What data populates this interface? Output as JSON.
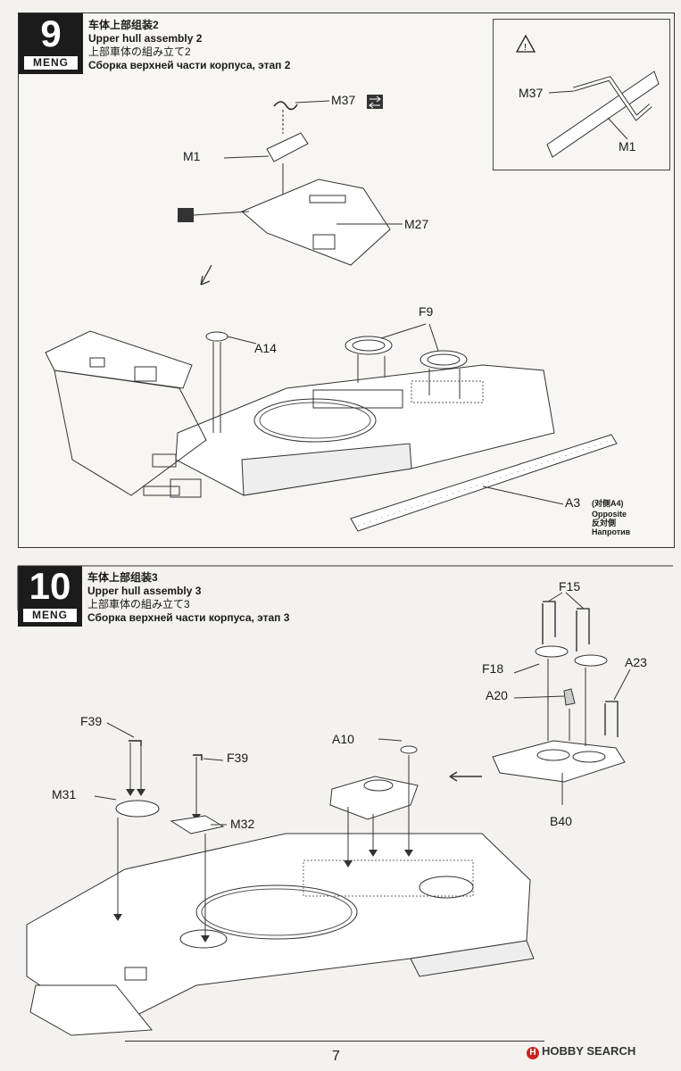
{
  "brand": "MENG",
  "step9": {
    "number": "9",
    "title_cn": "车体上部组装2",
    "title_en": "Upper hull assembly 2",
    "title_jp": "上部車体の組み立て2",
    "title_ru": "Сборка верхней части корпуса, этап 2",
    "labels": {
      "m37": "M37",
      "m1": "M1",
      "m27": "M27",
      "a14": "A14",
      "f9": "F9",
      "a3": "A3",
      "a3_note_cn": "(对侧A4)",
      "opposite_en": "Opposite",
      "opposite_jp": "反対側",
      "opposite_ru": "Напротив"
    },
    "inset": {
      "m37": "M37",
      "m1": "M1",
      "warning_icon": "warning-triangle-icon"
    }
  },
  "step10": {
    "number": "10",
    "title_cn": "车体上部组装3",
    "title_en": "Upper hull assembly 3",
    "title_jp": "上部車体の組み立て3",
    "title_ru": "Сборка верхней части корпуса, этап 3",
    "labels": {
      "f15": "F15",
      "f18": "F18",
      "a23": "A23",
      "a20": "A20",
      "b40": "B40",
      "a10": "A10",
      "f39_left": "F39",
      "f39_right": "F39",
      "m31": "M31",
      "m32": "M32"
    }
  },
  "page_number": "7",
  "watermark": "HOBBY SEARCH",
  "icons": [
    "flip-icon",
    "glue-icon",
    "warning-triangle-icon"
  ]
}
